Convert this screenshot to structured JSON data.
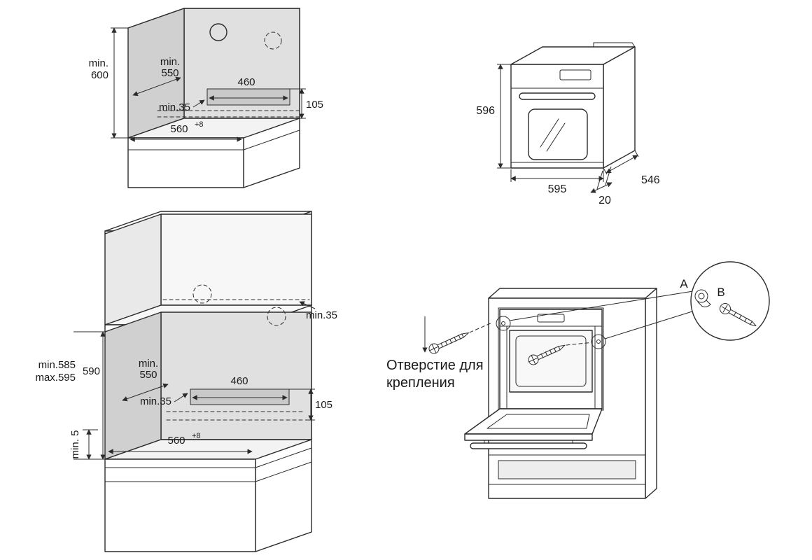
{
  "upper_cabinet": {
    "height_min": {
      "l1": "min.",
      "l2": "600"
    },
    "depth_min": {
      "l1": "min.",
      "l2": "550"
    },
    "recess_width": "460",
    "recess_offset": "min.35",
    "recess_height": "105",
    "niche_width": "560",
    "niche_width_tol": "+8"
  },
  "oven": {
    "height": "596",
    "width": "595",
    "depth": "546",
    "door_overhang": "20"
  },
  "column_cabinet": {
    "niche_height_min": "min.585",
    "niche_height_max": "max.595",
    "niche_height": "590",
    "depth_min": {
      "l1": "min.",
      "l2": "550"
    },
    "recess_width": "460",
    "recess_offset": "min.35",
    "recess_height": "105",
    "niche_width": "560",
    "niche_width_tol": "+8",
    "bottom_gap": "min. 5",
    "top_gap": "min.35"
  },
  "mounting": {
    "caption_line1": "Отверстие для",
    "caption_line2": "крепления",
    "part_a": "A",
    "part_b": "B"
  },
  "colors": {
    "line": "#2b2b2b",
    "shade_dark": "#d0d0d0",
    "shade_mid": "#e0e0e0",
    "shade_light": "#f3f3f3",
    "text": "#1a1a1a",
    "background": "#ffffff"
  }
}
